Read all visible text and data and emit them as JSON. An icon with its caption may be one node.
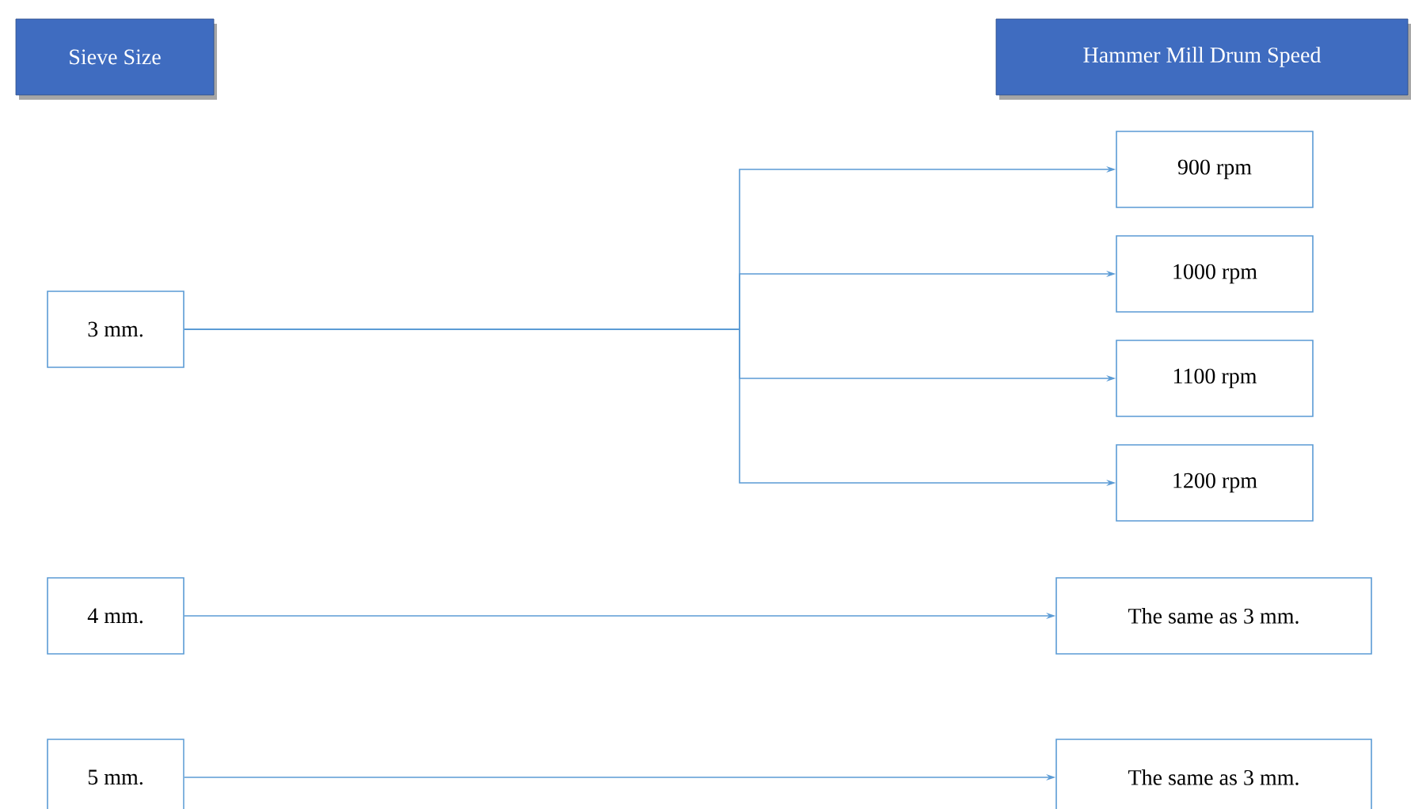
{
  "diagram": {
    "nodes": [
      {
        "text": [
          "Sieve Size"
        ]
      },
      {
        "text": [
          "Hammer Mill Drum Speed"
        ]
      },
      {
        "text": [
          "3 mm."
        ]
      },
      {
        "text": [
          "900 rpm"
        ]
      },
      {
        "text": [
          "1000 rpm"
        ]
      },
      {
        "text": [
          "1100 rpm"
        ]
      },
      {
        "text": [
          "1200 rpm"
        ]
      },
      {
        "text": [
          "4 mm."
        ]
      },
      {
        "text": [
          "The same as 3 mm."
        ]
      },
      {
        "text": [
          "5 mm."
        ]
      },
      {
        "text": [
          "The same as 3 mm."
        ]
      }
    ],
    "edges": [
      {
        "from": 2,
        "to": 3,
        "arrow": "to"
      },
      {
        "from": 2,
        "to": 4,
        "arrow": "to"
      },
      {
        "from": 2,
        "to": 5,
        "arrow": "to"
      },
      {
        "from": 2,
        "to": 6,
        "arrow": "to"
      },
      {
        "from": 7,
        "to": 8,
        "arrow": "to"
      },
      {
        "from": 9,
        "to": 10,
        "arrow": "to"
      }
    ]
  }
}
